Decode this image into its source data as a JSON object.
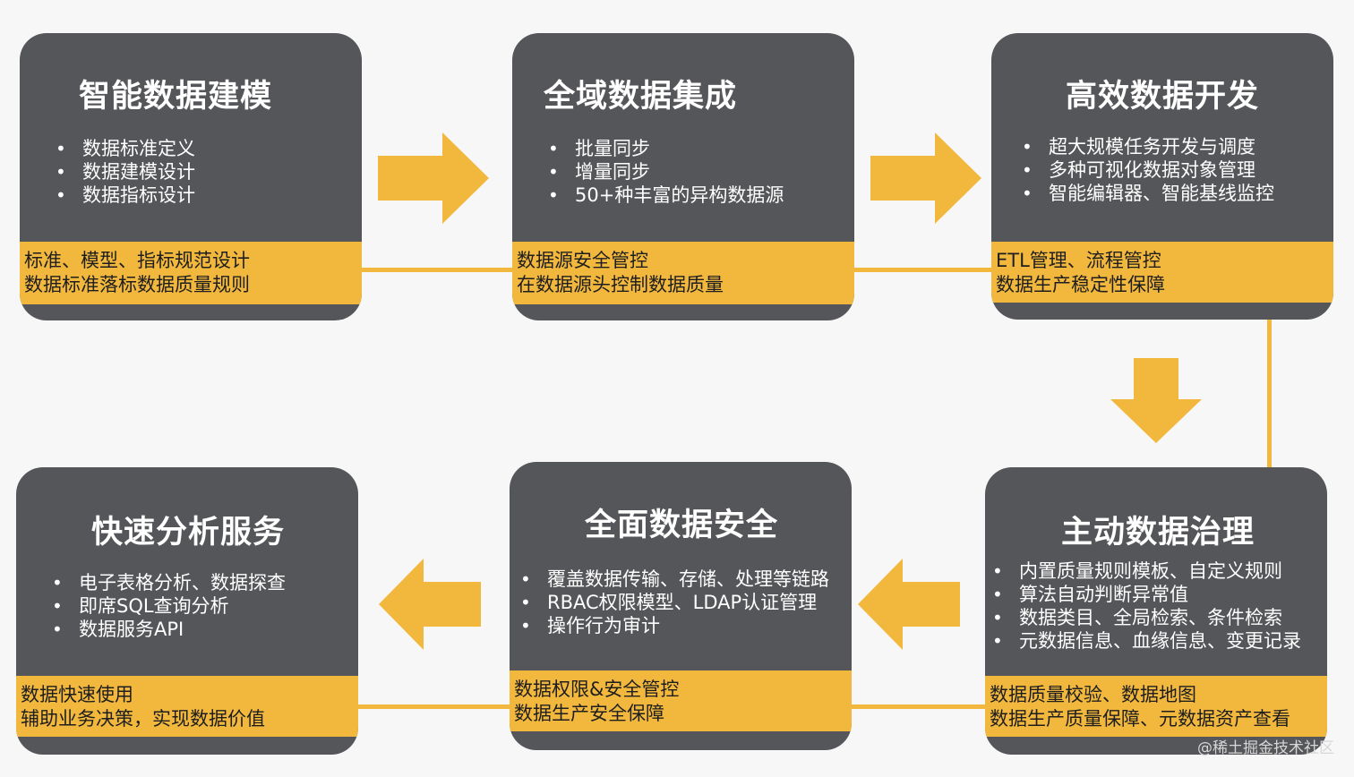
{
  "boxes": [
    {
      "title": "智能数据建模",
      "items": [
        "数据标准定义",
        "数据建模设计",
        "数据指标设计"
      ],
      "band": [
        "标准、模型、指标规范设计",
        "数据标准落标数据质量规则"
      ]
    },
    {
      "title": "全域数据集成",
      "items": [
        "批量同步",
        "增量同步",
        "50+种丰富的异构数据源"
      ],
      "band": [
        "数据源安全管控",
        "在数据源头控制数据质量"
      ]
    },
    {
      "title": "高效数据开发",
      "items": [
        "超大规模任务开发与调度",
        "多种可视化数据对象管理",
        "智能编辑器、智能基线监控"
      ],
      "band": [
        "ETL管理、流程管控",
        "数据生产稳定性保障"
      ]
    },
    {
      "title": "快速分析服务",
      "items": [
        "电子表格分析、数据探查",
        "即席SQL查询分析",
        "数据服务API"
      ],
      "band": [
        "数据快速使用",
        "辅助业务决策，实现数据价值"
      ]
    },
    {
      "title": "全面数据安全",
      "items": [
        "覆盖数据传输、存储、处理等链路",
        "RBAC权限模型、LDAP认证管理",
        "操作行为审计"
      ],
      "band": [
        "数据权限&安全管控",
        "数据生产安全保障"
      ]
    },
    {
      "title": "主动数据治理",
      "items": [
        "内置质量规则模板、自定义规则",
        "算法自动判断异常值",
        "数据类目、全局检索、条件检索",
        "元数据信息、血缘信息、变更记录"
      ],
      "band": [
        "数据质量校验、数据地图",
        "数据生产质量保障、元数据资产查看"
      ]
    }
  ],
  "colors": {
    "box": "#555659",
    "accent": "#f2b83e",
    "text": "#ffffff",
    "band_text": "#1e1e1e"
  },
  "watermark": "@稀土掘金技术社区"
}
